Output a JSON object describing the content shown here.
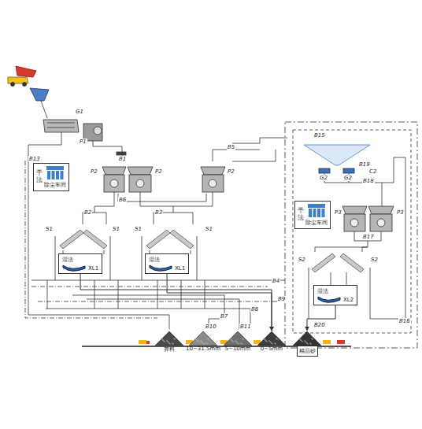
{
  "diagram": {
    "nodes": [
      {
        "text": [
          "干法",
          "除尘车间"
        ]
      },
      {
        "text": [
          "湿法",
          "XL1"
        ]
      },
      {
        "text": [
          "湿法",
          "XL1"
        ]
      },
      {
        "text": [
          "干法",
          "除尘车间"
        ]
      },
      {
        "text": [
          "湿法",
          "XL2"
        ]
      },
      {
        "text": [
          "弃料"
        ]
      },
      {
        "text": [
          "10~31.5mm"
        ]
      },
      {
        "text": [
          "5~10mm"
        ]
      },
      {
        "text": [
          "0~5mm"
        ]
      },
      {
        "text": [
          "精品砂"
        ]
      }
    ],
    "edges": [
      {
        "from": 1,
        "to": 8,
        "arrow": "to"
      },
      {
        "from": 2,
        "to": 8,
        "arrow": "to"
      },
      {
        "from": 4,
        "to": 9,
        "arrow": "to"
      }
    ],
    "labels": [
      "G1",
      "P1",
      "B1",
      "B13",
      "B5",
      "P2",
      "P2",
      "P2",
      "B6",
      "B2",
      "B3",
      "S1",
      "S1",
      "S1",
      "S1",
      "B4",
      "B9",
      "B8",
      "B7",
      "B10",
      "B11",
      "B15",
      "G2",
      "G2",
      "B19",
      "C2",
      "B18",
      "P3",
      "P3",
      "B17",
      "S2",
      "S2",
      "B16",
      "B20"
    ]
  }
}
